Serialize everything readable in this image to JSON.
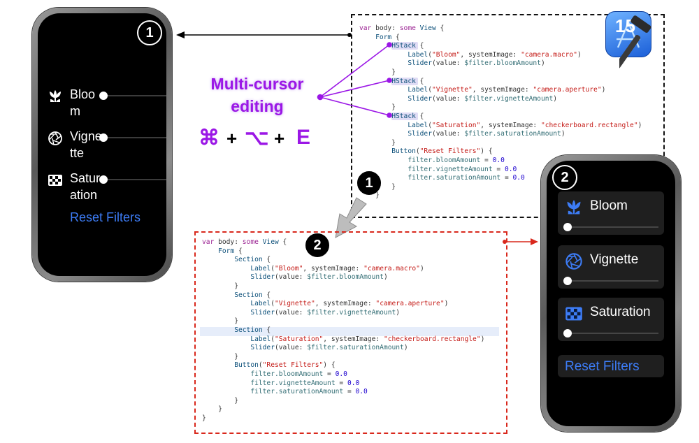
{
  "watch1": {
    "badge": "1",
    "rows": [
      {
        "label": "Bloom",
        "icon": "camera-macro-icon",
        "value": 0
      },
      {
        "label": "Vignette",
        "icon": "camera-aperture-icon",
        "value": 0
      },
      {
        "label": "Saturation",
        "icon": "checkerboard-rectangle-icon",
        "value": 0
      }
    ],
    "reset": "Reset Filters"
  },
  "watch2": {
    "badge": "2",
    "rows": [
      {
        "label": "Bloom",
        "icon": "camera-macro-icon",
        "value": 0
      },
      {
        "label": "Vignette",
        "icon": "camera-aperture-icon",
        "value": 0
      },
      {
        "label": "Saturation",
        "icon": "checkerboard-rectangle-icon",
        "value": 0
      }
    ],
    "reset": "Reset Filters"
  },
  "annotation": {
    "title": "Multi-cursor editing",
    "keys": [
      "⌘",
      "+",
      "⌥",
      "+",
      "E"
    ],
    "step1": "1",
    "step2": "2"
  },
  "xcode_icon": {
    "version": "15"
  },
  "code_before": [
    "var body: some View {",
    "    Form {",
    "        HStack {",
    "            Label(\"Bloom\", systemImage: \"camera.macro\")",
    "            Slider(value: $filter.bloomAmount)",
    "        }",
    "        HStack {",
    "            Label(\"Vignette\", systemImage: \"camera.aperture\")",
    "            Slider(value: $filter.vignetteAmount)",
    "        }",
    "        HStack {",
    "            Label(\"Saturation\", systemImage: \"checkerboard.rectangle\")",
    "            Slider(value: $filter.saturationAmount)",
    "        }",
    "        Button(\"Reset Filters\") {",
    "            filter.bloomAmount = 0.0",
    "            filter.vignetteAmount = 0.0",
    "            filter.saturationAmount = 0.0",
    "        }",
    "    }",
    "}"
  ],
  "code_after": [
    "var body: some View {",
    "    Form {",
    "        Section {",
    "            Label(\"Bloom\", systemImage: \"camera.macro\")",
    "            Slider(value: $filter.bloomAmount)",
    "        }",
    "        Section {",
    "            Label(\"Vignette\", systemImage: \"camera.aperture\")",
    "            Slider(value: $filter.vignetteAmount)",
    "        }",
    "        Section {",
    "            Label(\"Saturation\", systemImage: \"checkerboard.rectangle\")",
    "            Slider(value: $filter.saturationAmount)",
    "        }",
    "        Button(\"Reset Filters\") {",
    "            filter.bloomAmount = 0.0",
    "            filter.vignetteAmount = 0.0",
    "            filter.saturationAmount = 0.0",
    "        }",
    "    }",
    "}"
  ],
  "colors": {
    "keyword": "#9b2393",
    "type": "#0b4f79",
    "string": "#c41a16",
    "property": "#326d74",
    "number": "#1c00cf",
    "accent": "#9b17e6",
    "link": "#3d7cf5",
    "red_dash": "#d9281c"
  }
}
